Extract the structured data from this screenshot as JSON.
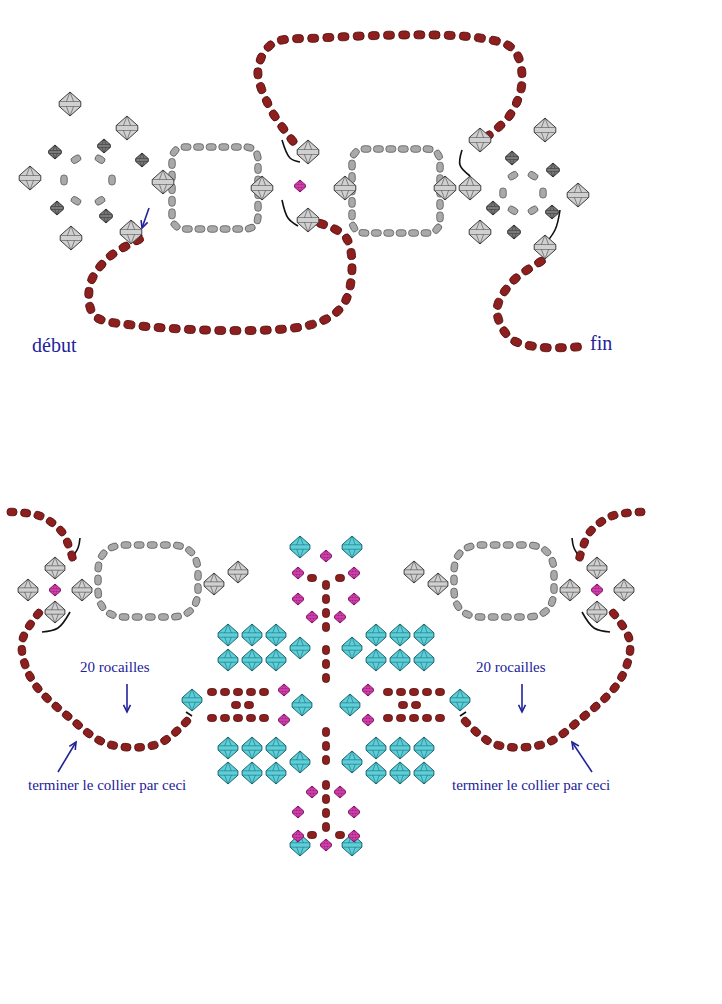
{
  "diagram": {
    "labels": [
      "début",
      "fin",
      "20 rocailles",
      "20 rocailles",
      "terminer le collier par ceci",
      "terminer le collier par ceci"
    ]
  }
}
